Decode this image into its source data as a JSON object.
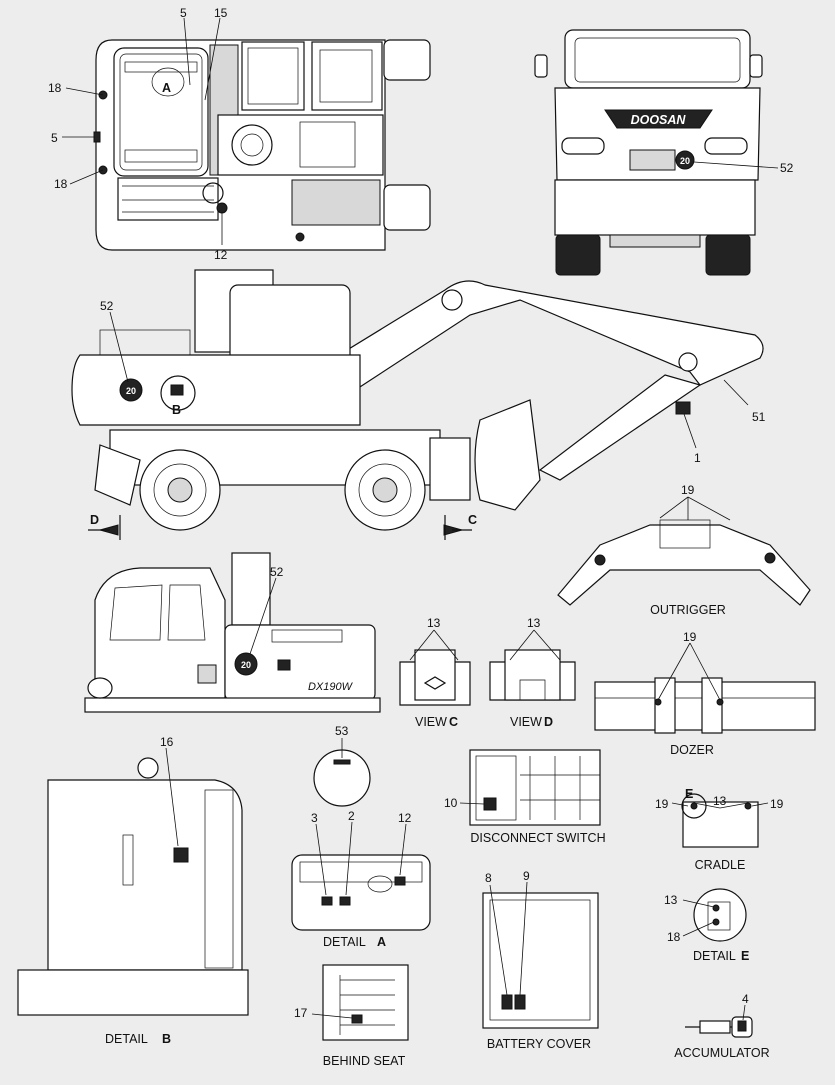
{
  "labels": {
    "top": {
      "a5": "5",
      "a15": "15",
      "aA": "A",
      "a18a": "18",
      "a5b": "5",
      "a18b": "18",
      "a12": "12"
    },
    "rear": {
      "a52": "52",
      "logo": "DOOSAN",
      "plate": "20"
    },
    "side": {
      "a52": "52",
      "a51": "51",
      "a1": "1",
      "aB": "B",
      "plate": "20",
      "arrowD": "D",
      "arrowC": "C"
    },
    "outrigger": {
      "a19": "19"
    },
    "front": {
      "a52": "52",
      "plate": "20",
      "model": "DX190W"
    },
    "viewC": {
      "a13": "13"
    },
    "viewD": {
      "a13": "13"
    },
    "dozer": {
      "a19": "19"
    },
    "detailB": {
      "a16": "16"
    },
    "detailA": {
      "a53": "53",
      "a3": "3",
      "a2": "2",
      "a12": "12"
    },
    "disconnect": {
      "a10": "10"
    },
    "cradle": {
      "a13": "13",
      "aE": "E",
      "a19a": "19",
      "a19b": "19"
    },
    "detailE": {
      "a13": "13",
      "a18": "18"
    },
    "battery": {
      "a8": "8",
      "a9": "9"
    },
    "behind": {
      "a17": "17"
    },
    "accumulator": {
      "a4": "4"
    }
  },
  "captions": {
    "outrigger": "OUTRIGGER",
    "view_c_word": "VIEW",
    "view_c_letter": "C",
    "view_d_word": "VIEW",
    "view_d_letter": "D",
    "dozer": "DOZER",
    "disconnect": "DISCONNECT SWITCH",
    "cradle": "CRADLE",
    "detail_a_word": "DETAIL",
    "detail_a_letter": "A",
    "detail_b_word": "DETAIL",
    "detail_b_letter": "B",
    "detail_e_word": "DETAIL",
    "detail_e_letter": "E",
    "behind_seat": "BEHIND SEAT",
    "battery_cover": "BATTERY COVER",
    "accumulator": "ACCUMULATOR"
  }
}
